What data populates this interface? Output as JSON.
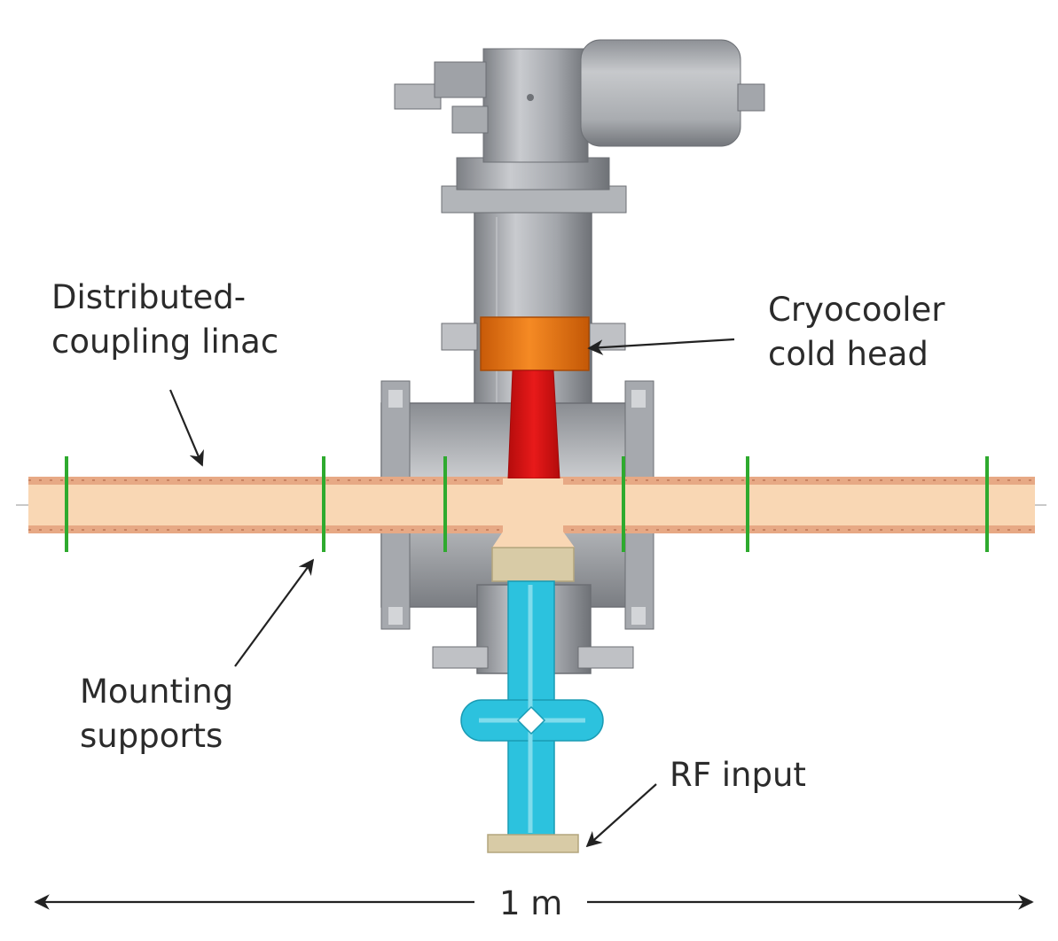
{
  "labels": {
    "linac": [
      "Distributed-",
      "coupling linac"
    ],
    "cryocooler": [
      "Cryocooler",
      "cold head"
    ],
    "mounting": [
      "Mounting",
      "supports"
    ],
    "rf_input": "RF input",
    "scale": "1 m"
  },
  "colors": {
    "linac_body": "#f9d7b4",
    "linac_edge": "#e0a27c",
    "support_ring": "#2eaa2e",
    "cold_head": "#ee7a16",
    "cold_finger": "#dc1212",
    "rf_waveguide": "#2cc2de",
    "rf_flange": "#d8cba6",
    "vacuum_chamber": "#a9acb1",
    "arrow": "#222222"
  },
  "icons": {
    "cryocooler_motor": "cryocooler-motor-icon",
    "vacuum_chamber": "vacuum-chamber-icon"
  }
}
